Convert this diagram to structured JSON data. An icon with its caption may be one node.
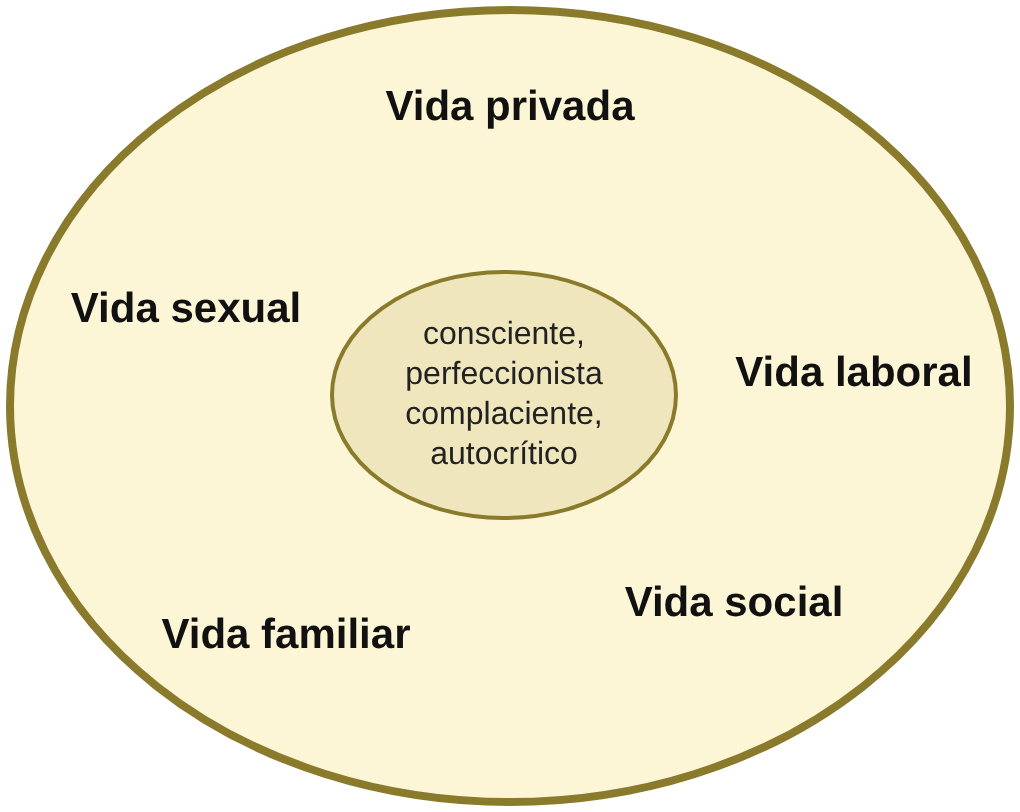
{
  "diagram": {
    "nodes": [
      {
        "text": [
          "Vida privada",
          "Vida sexual",
          "Vida laboral",
          "Vida social",
          "Vida familiar"
        ]
      },
      {
        "text": [
          "consciente, perfeccionista complaciente, autocrítico"
        ],
        "in": 0
      }
    ],
    "edges": []
  }
}
